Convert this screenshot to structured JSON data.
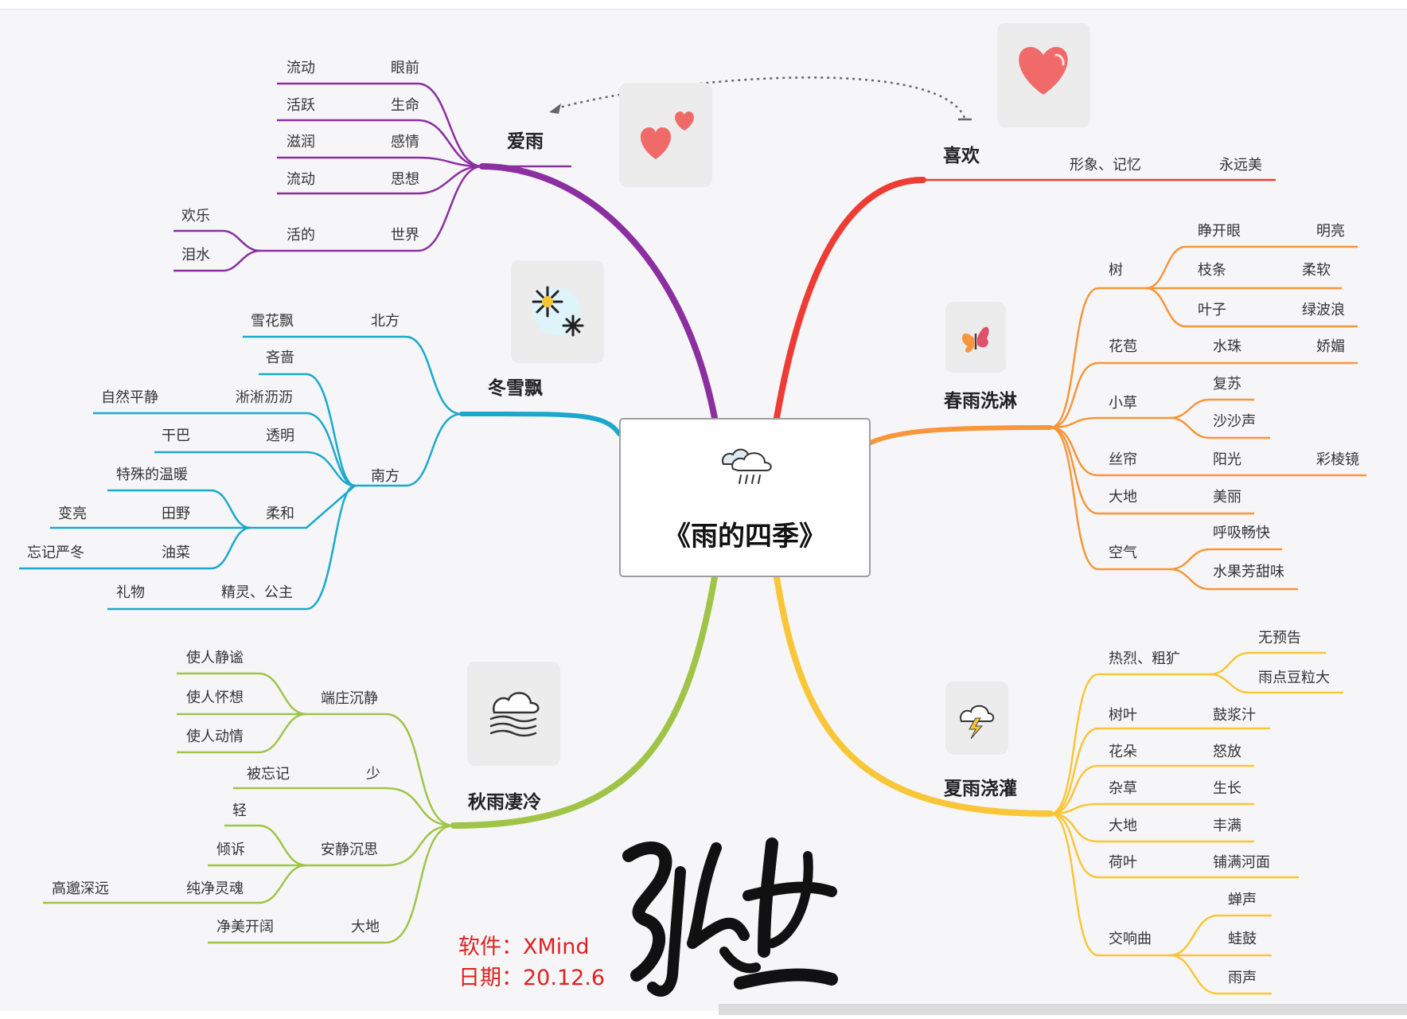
{
  "center": {
    "title": "《雨的四季》",
    "icon": "rain-cloud-icon"
  },
  "branch_colors": {
    "love_rain": "#8b2fa0",
    "like": "#ee3c35",
    "spring": "#f7963a",
    "winter": "#1aa9cc",
    "autumn": "#a0c447",
    "summer": "#f9c638"
  },
  "branches": {
    "love_rain": {
      "label": "爱雨",
      "icon": "two-hearts-icon",
      "r1": {
        "a": "流动",
        "b": "眼前"
      },
      "r2": {
        "a": "活跃",
        "b": "生命"
      },
      "r3": {
        "a": "滋润",
        "b": "感情"
      },
      "r4": {
        "a": "流动",
        "b": "思想"
      },
      "r5": {
        "a": "活的",
        "b": "世界",
        "c1": "欢乐",
        "c2": "泪水"
      }
    },
    "like": {
      "label": "喜欢",
      "icon": "heart-icon",
      "r1": {
        "a": "形象、记忆",
        "b": "永远美"
      }
    },
    "spring": {
      "label": "春雨洗淋",
      "icon": "butterfly-icon",
      "tree": {
        "label": "树",
        "c1a": "睁开眼",
        "c1b": "明亮",
        "c2a": "枝条",
        "c2b": "柔软",
        "c3a": "叶子",
        "c3b": "绿波浪"
      },
      "bud": {
        "label": "花苞",
        "a": "水珠",
        "b": "娇媚"
      },
      "grass": {
        "label": "小草",
        "c1": "复苏",
        "c2": "沙沙声"
      },
      "curtain": {
        "label": "丝帘",
        "a": "阳光",
        "b": "彩棱镜"
      },
      "earth": {
        "label": "大地",
        "a": "美丽"
      },
      "air": {
        "label": "空气",
        "c1": "呼吸畅快",
        "c2": "水果芳甜味"
      }
    },
    "winter": {
      "label": "冬雪飘",
      "icon": "snowflake-icon",
      "north": {
        "label": "北方",
        "a": "雪花飘"
      },
      "south": {
        "label": "南方",
        "s1": "吝啬",
        "s2": {
          "a": "淅淅沥沥",
          "b": "自然平静"
        },
        "s3": {
          "a": "透明",
          "b": "干巴"
        },
        "s4": {
          "a": "柔和",
          "c1": "特殊的温暖",
          "c2a": "田野",
          "c2b": "变亮",
          "c3a": "油菜",
          "c3b": "忘记严冬"
        },
        "s5": {
          "a": "精灵、公主",
          "b": "礼物"
        }
      }
    },
    "autumn": {
      "label": "秋雨凄冷",
      "icon": "fog-cloud-icon",
      "d1": {
        "label": "端庄沉静",
        "c1": "使人静谧",
        "c2": "使人怀想",
        "c3": "使人动情"
      },
      "d2": {
        "label": "少",
        "a": "被忘记"
      },
      "d3": {
        "label": "安静沉思",
        "c1": "轻",
        "c2": "倾诉",
        "c3a": "纯净灵魂",
        "c3b": "高邈深远"
      },
      "d4": {
        "label": "大地",
        "a": "净美开阔"
      }
    },
    "summer": {
      "label": "夏雨浇灌",
      "icon": "thunderstorm-icon",
      "e1": {
        "label": "热烈、粗犷",
        "c1": "无预告",
        "c2": "雨点豆粒大"
      },
      "e2": {
        "label": "树叶",
        "a": "鼓浆汁"
      },
      "e3": {
        "label": "花朵",
        "a": "怒放"
      },
      "e4": {
        "label": "杂草",
        "a": "生长"
      },
      "e5": {
        "label": "大地",
        "a": "丰满"
      },
      "e6": {
        "label": "荷叶",
        "a": "铺满河面"
      },
      "e7": {
        "label": "交响曲",
        "c1": "蝉声",
        "c2": "蛙鼓",
        "c3": "雨声"
      }
    }
  },
  "annotation": {
    "software": "软件：XMind",
    "date": "日期：20.12.6"
  },
  "signature": {
    "text": "张生",
    "style": "handwritten-signature"
  }
}
